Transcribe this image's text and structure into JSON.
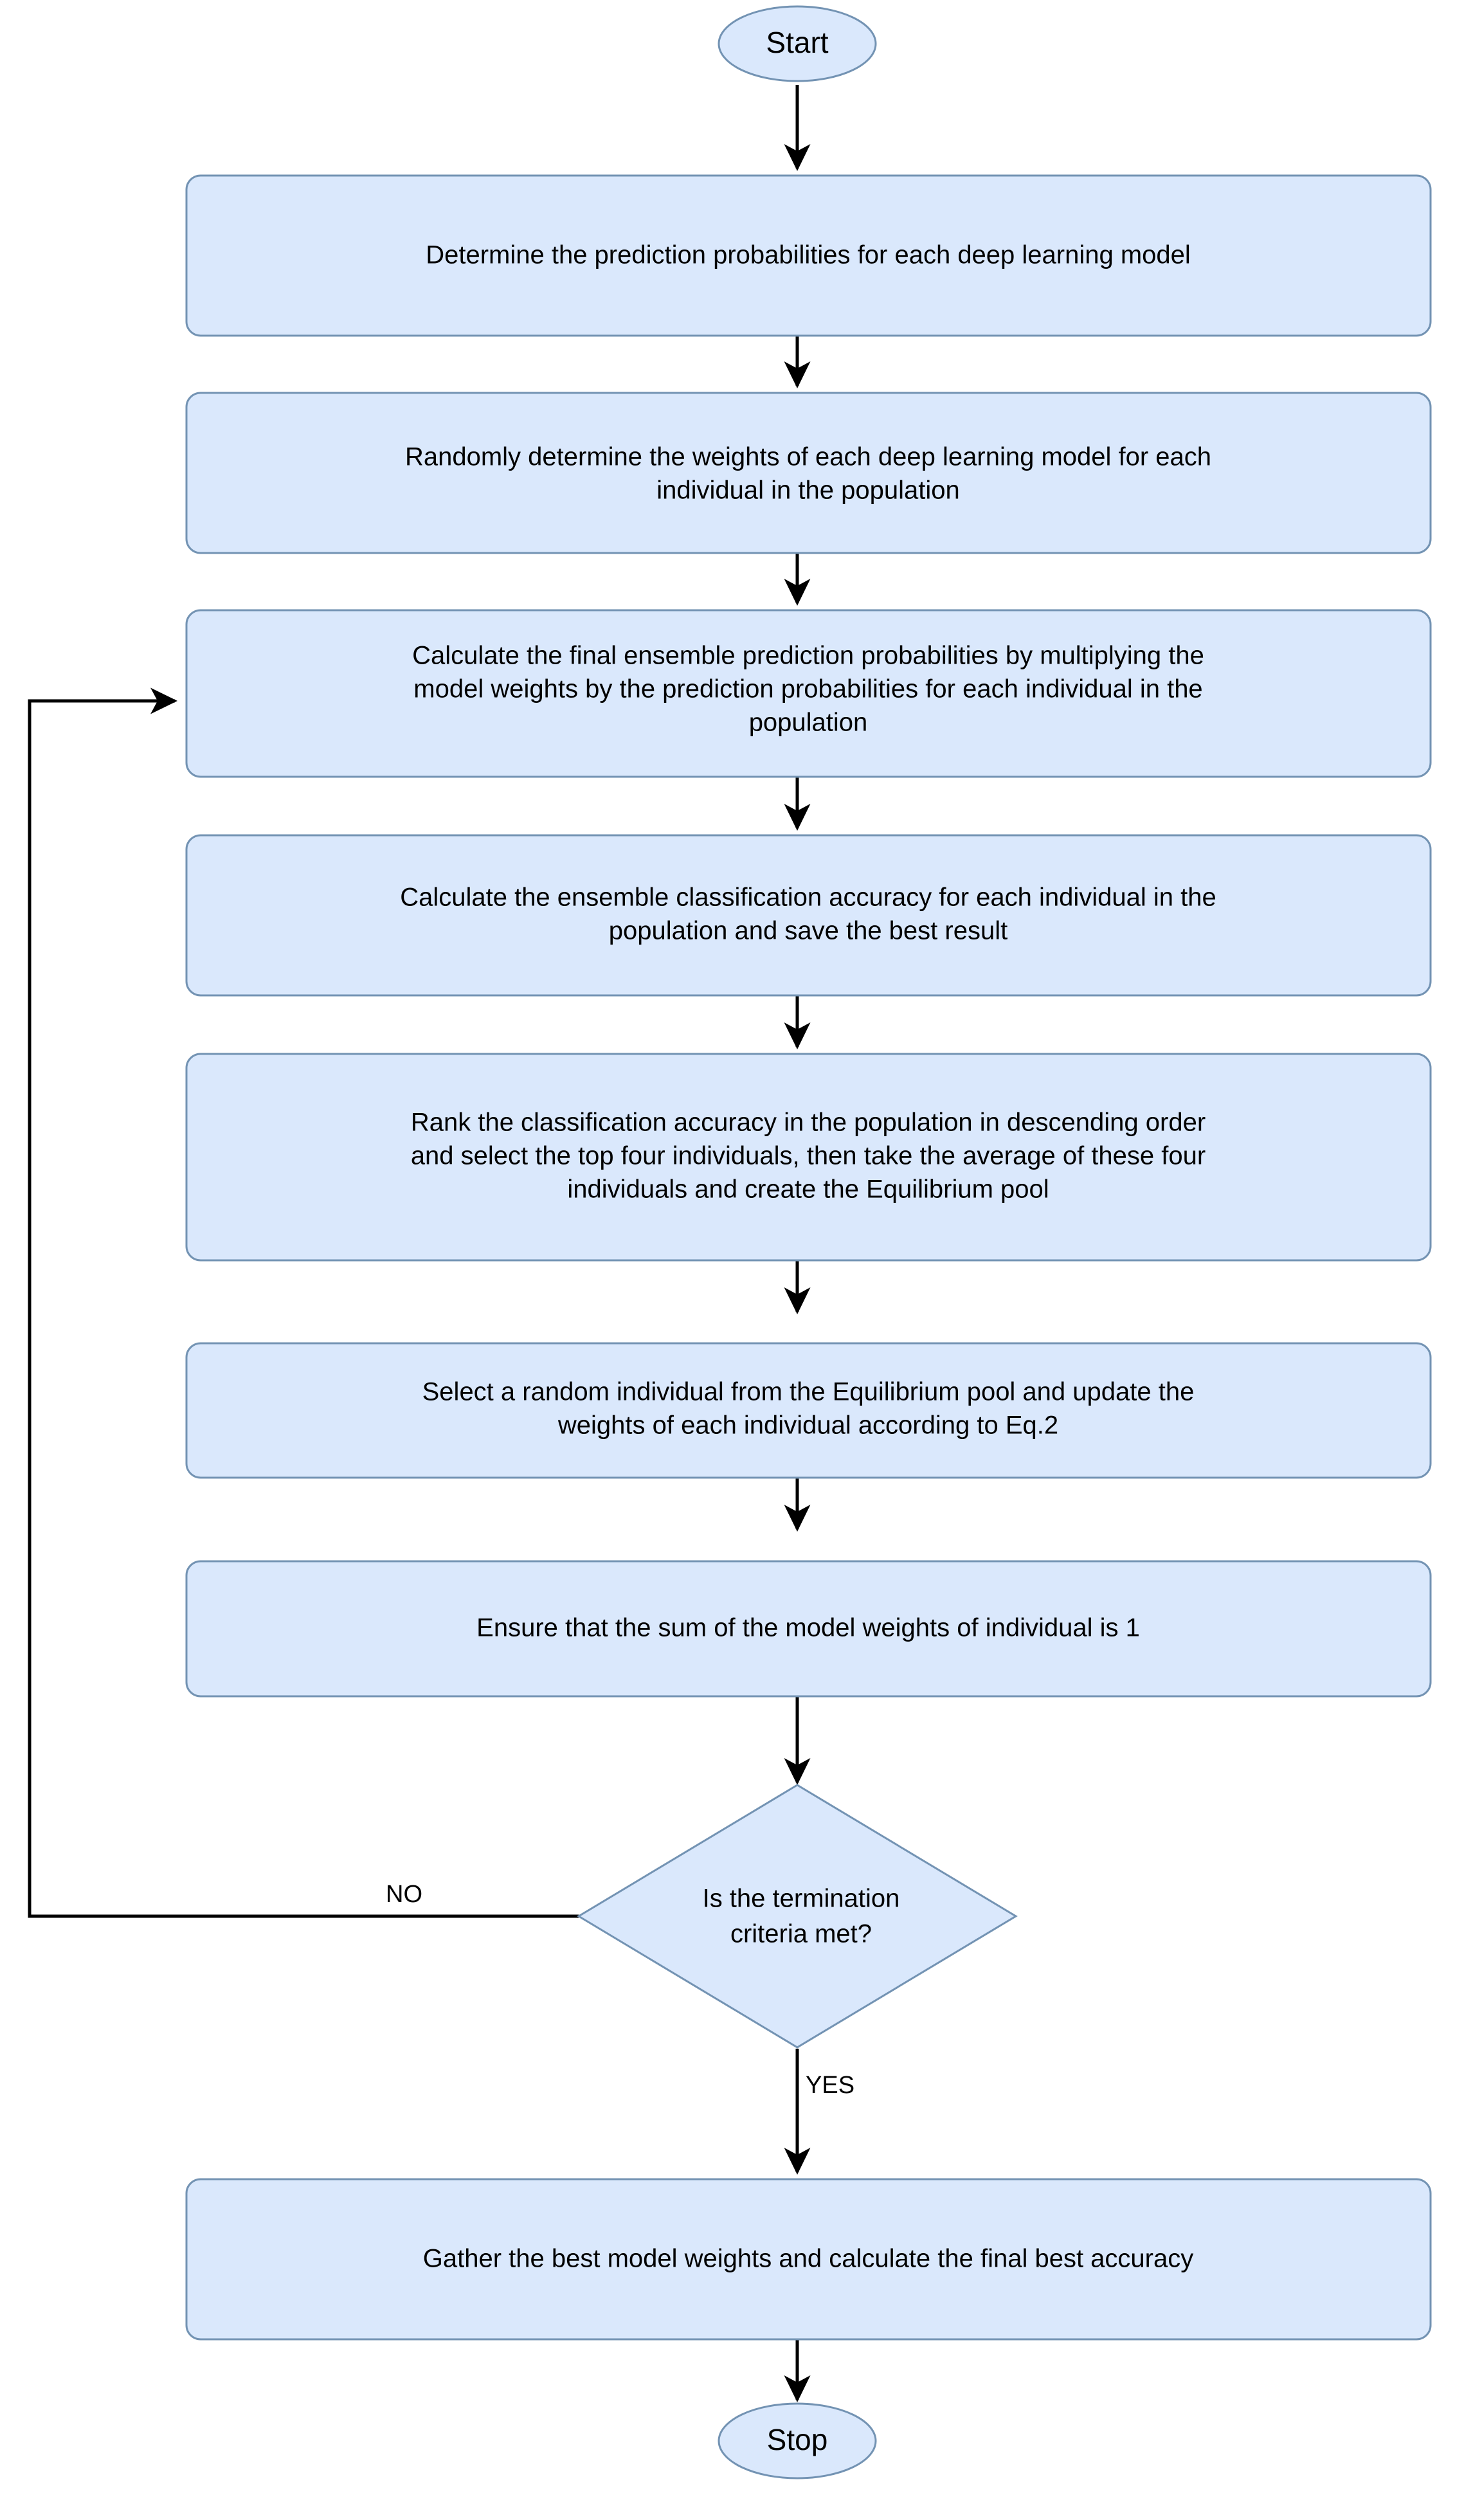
{
  "diagram": {
    "type": "flowchart",
    "title": "Equilibrium Optimizer based ensemble weight optimization flowchart",
    "colors": {
      "node_fill": "#dae8fc",
      "node_stroke": "#7393b3",
      "edge": "#000000",
      "text": "#000000",
      "background": "#ffffff"
    },
    "nodes": {
      "start": {
        "shape": "ellipse",
        "label": "Start"
      },
      "step1": {
        "shape": "rounded-rectangle",
        "lines": [
          "Determine the prediction probabilities for each deep learning model"
        ]
      },
      "step2": {
        "shape": "rounded-rectangle",
        "lines": [
          "Randomly determine the weights of each deep learning model for each",
          "individual in the population"
        ]
      },
      "step3": {
        "shape": "rounded-rectangle",
        "lines": [
          "Calculate the final ensemble prediction probabilities by multiplying the",
          "model weights by the prediction probabilities for each individual in the",
          "population"
        ]
      },
      "step4": {
        "shape": "rounded-rectangle",
        "lines": [
          "Calculate the ensemble classification accuracy for each individual in the",
          "population and save the best result"
        ]
      },
      "step5": {
        "shape": "rounded-rectangle",
        "lines": [
          "Rank the classification accuracy in the population in descending order",
          "and select the top four individuals, then take the average of these four",
          "individuals and create the Equilibrium pool"
        ]
      },
      "step6": {
        "shape": "rounded-rectangle",
        "lines": [
          "Select a random individual from the Equilibrium pool and update the",
          "weights of each individual according to Eq.2"
        ]
      },
      "step7": {
        "shape": "rounded-rectangle",
        "lines": [
          "Ensure that the sum of the model weights of individual is 1"
        ]
      },
      "decision": {
        "shape": "diamond",
        "lines": [
          "Is the termination",
          "criteria met?"
        ]
      },
      "step8": {
        "shape": "rounded-rectangle",
        "lines": [
          "Gather the best model weights and calculate the final best accuracy"
        ]
      },
      "stop": {
        "shape": "ellipse",
        "label": "Stop"
      }
    },
    "edge_labels": {
      "no": "NO",
      "yes": "YES"
    }
  }
}
